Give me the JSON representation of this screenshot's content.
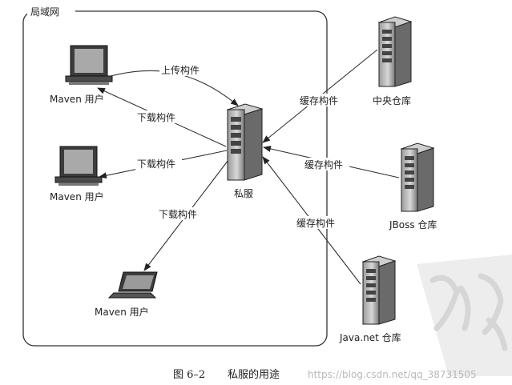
{
  "lan": {
    "label": "局域网"
  },
  "nodes": {
    "maven_user_1": "Maven 用户",
    "maven_user_2": "Maven 用户",
    "maven_user_3": "Maven 用户",
    "private_server": "私服",
    "central_repo": "中央仓库",
    "jboss_repo": "JBoss 仓库",
    "javanet_repo": "Java.net 仓库"
  },
  "edges": {
    "upload": "上传构件",
    "download_1": "下载构件",
    "download_2": "下载构件",
    "download_3": "下载构件",
    "cache_central": "缓存构件",
    "cache_jboss": "缓存构件",
    "cache_javanet": "缓存构件"
  },
  "caption": {
    "figure_no": "图 6–2",
    "title": "私服的用途"
  },
  "watermark": "https://blog.csdn.net/qq_38731505"
}
